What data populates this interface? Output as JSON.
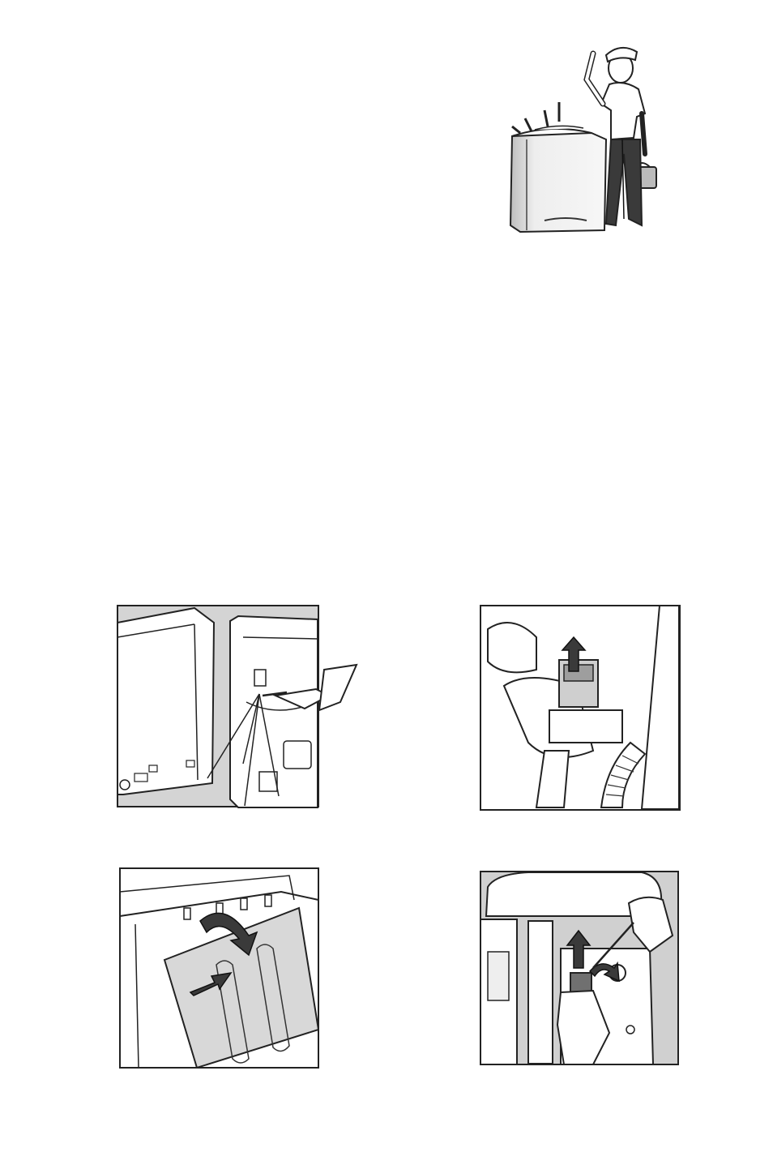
{
  "page": {
    "background": "#ffffff",
    "illustrations": [
      {
        "id": "technician",
        "icon": "technician-with-dryer-illustration"
      },
      {
        "id": "fig-tl",
        "icon": "dryer-back-panel-screws-illustration"
      },
      {
        "id": "fig-tr",
        "icon": "drain-pump-connector-illustration"
      },
      {
        "id": "fig-bl",
        "icon": "front-panel-removal-illustration"
      },
      {
        "id": "fig-br",
        "icon": "control-connector-release-illustration"
      }
    ]
  }
}
